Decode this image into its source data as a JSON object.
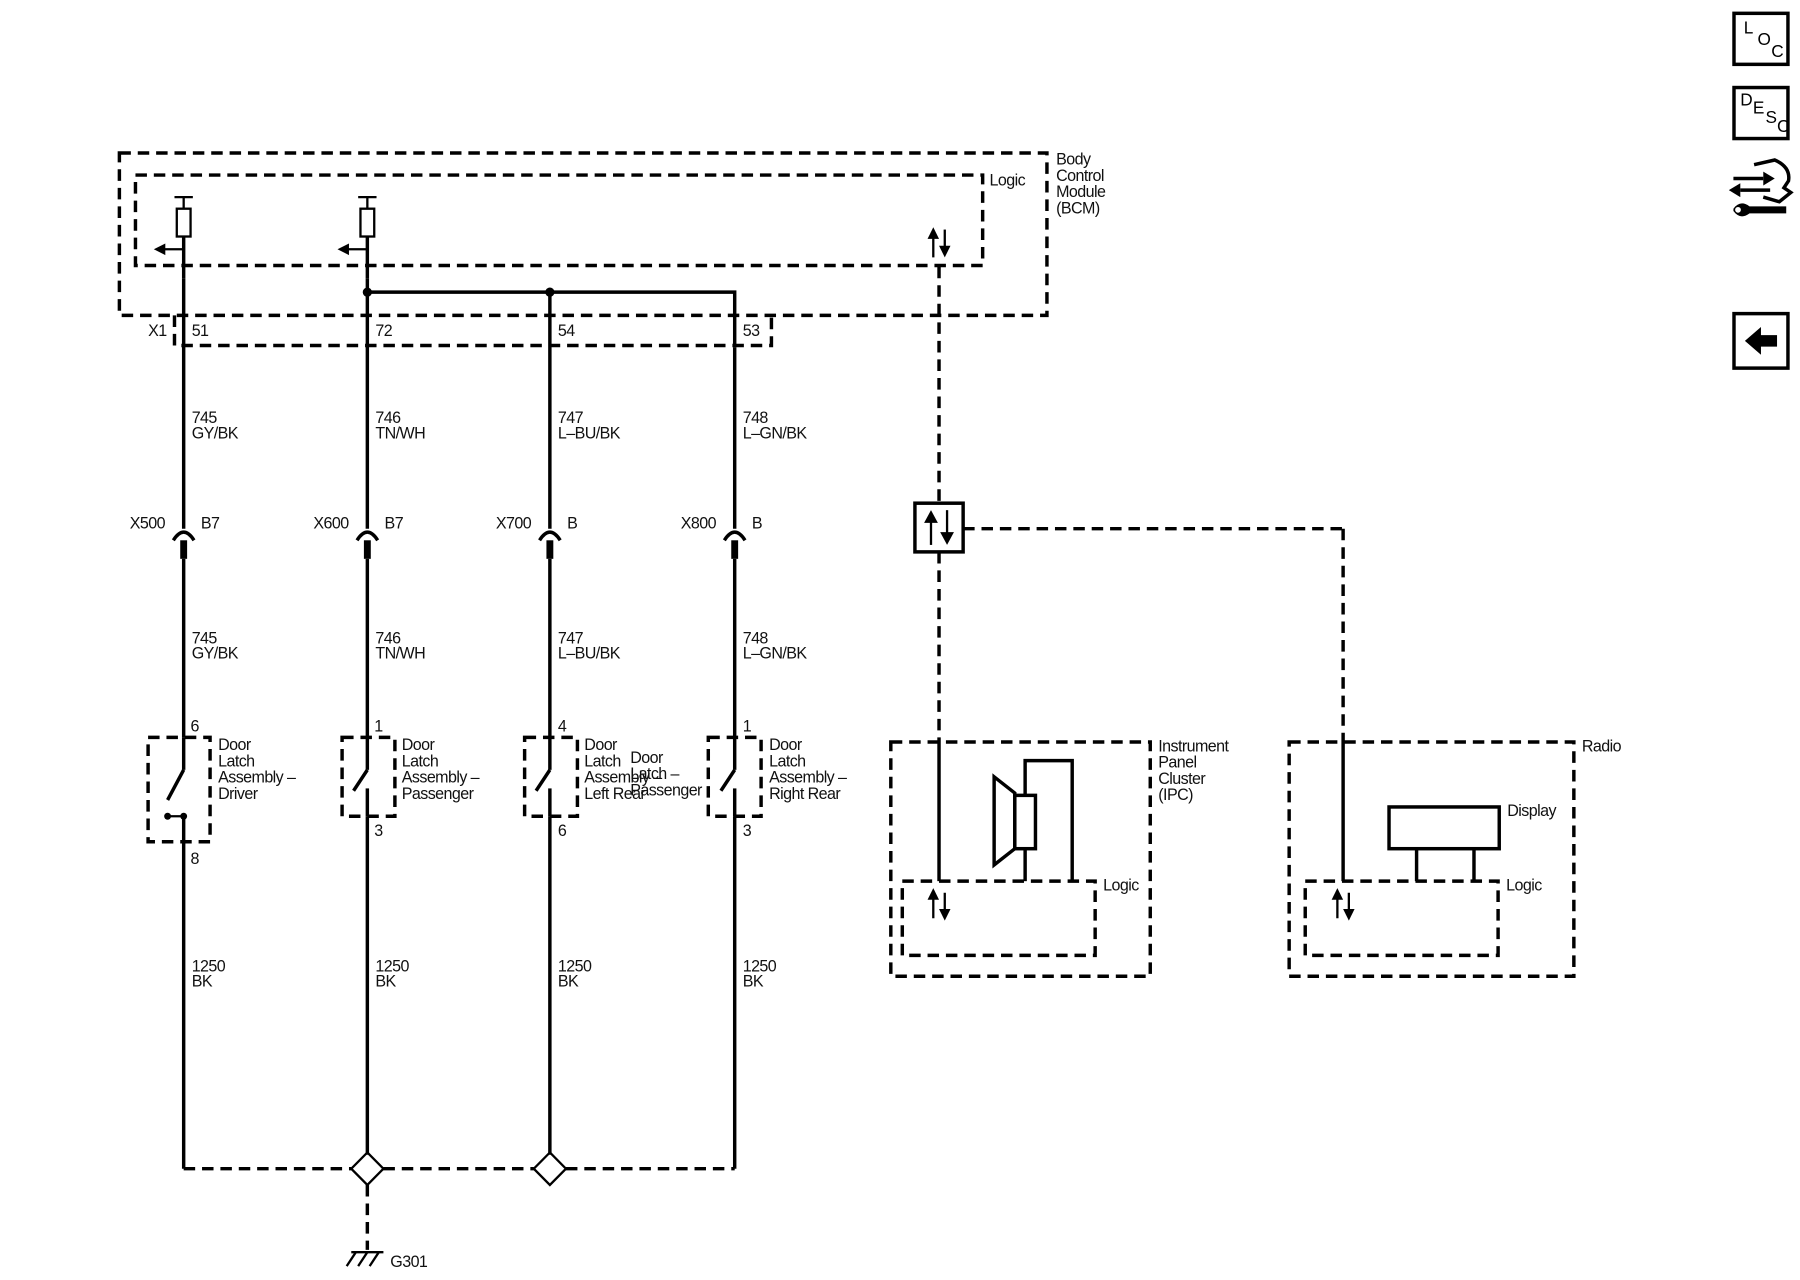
{
  "toolbar": {
    "loc": [
      "L",
      "O",
      "C"
    ],
    "desc": [
      "D",
      "E",
      "S",
      "C"
    ]
  },
  "bcm": {
    "name_lines": [
      "Body",
      "Control",
      "Module",
      "(BCM)"
    ],
    "logic": "Logic",
    "connector": "X1",
    "pins": [
      "51",
      "72",
      "54",
      "53"
    ]
  },
  "circuits": [
    {
      "circuit": "745",
      "color": "GY/BK",
      "inline_conn": "X500",
      "inline_pin": "B7",
      "latch_top_pin": "6",
      "latch_bottom_pin": "8",
      "latch_label": [
        "Door",
        "Latch",
        "Assembly –",
        "Driver"
      ]
    },
    {
      "circuit": "746",
      "color": "TN/WH",
      "inline_conn": "X600",
      "inline_pin": "B7",
      "latch_top_pin": "1",
      "latch_bottom_pin": "3",
      "latch_label": [
        "Door",
        "Latch",
        "Assembly –",
        "Passenger"
      ]
    },
    {
      "circuit": "747",
      "color": "L–BU/BK",
      "inline_conn": "X700",
      "inline_pin": "B",
      "latch_top_pin": "4",
      "latch_bottom_pin": "6",
      "latch_label": [
        "Door",
        "Latch",
        "Assembly –",
        "Left Rear"
      ]
    },
    {
      "circuit": "748",
      "color": "L–GN/BK",
      "inline_conn": "X800",
      "inline_pin": "B",
      "latch_top_pin": "1",
      "latch_bottom_pin": "3",
      "latch_label": [
        "Door",
        "Latch",
        "Assembly –",
        "Right Rear"
      ]
    }
  ],
  "overlap_label": [
    "Door",
    "Latch –",
    "Passenger"
  ],
  "ground_wire": {
    "circuit": "1250",
    "color": "BK"
  },
  "ground": "G301",
  "ipc": {
    "name_lines": [
      "Instrument",
      "Panel",
      "Cluster",
      "(IPC)"
    ],
    "logic": "Logic"
  },
  "radio": {
    "name": "Radio",
    "display": "Display",
    "logic": "Logic"
  }
}
